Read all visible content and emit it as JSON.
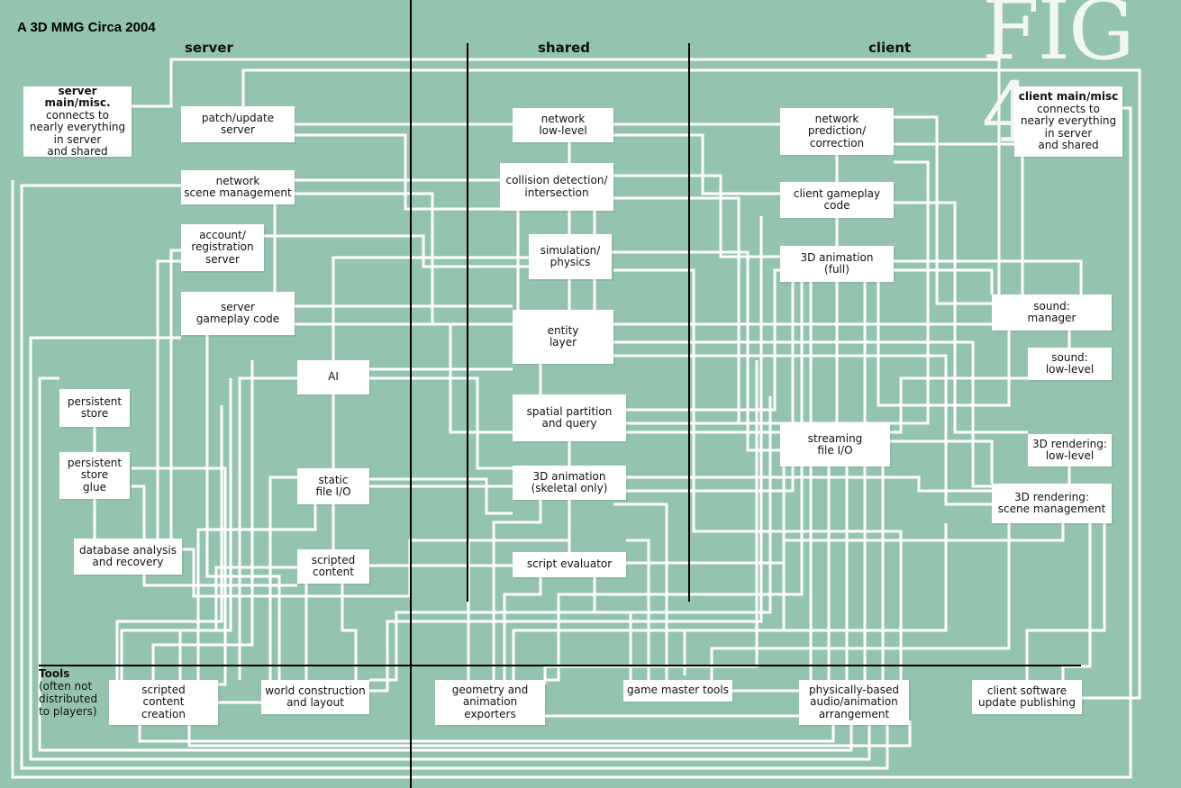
{
  "title": "A 3D MMG Circa 2004",
  "fig_label": "FIG 4",
  "columns": {
    "server": "server",
    "shared": "shared",
    "client": "client"
  },
  "tools": {
    "heading": "Tools",
    "note": "(often not\ndistributed\nto players)"
  },
  "nodes": {
    "server_main_title": "server main/misc.",
    "server_main_desc": "connects to\nnearly everything\nin server\nand shared",
    "patch_update_server": "patch/update\nserver",
    "network_scene_management": "network\nscene management",
    "account_registration_server": "account/\nregistration\nserver",
    "server_gameplay_code": "server\ngameplay code",
    "ai": "AI",
    "persistent_store": "persistent\nstore",
    "persistent_store_glue": "persistent\nstore\nglue",
    "database_analysis": "database analysis\nand recovery",
    "static_file_io": "static\nfile I/O",
    "scripted_content": "scripted\ncontent",
    "network_low_level": "network\nlow-level",
    "collision_detection": "collision detection/\nintersection",
    "simulation_physics": "simulation/\nphysics",
    "entity_layer": "entity\nlayer",
    "spatial_partition": "spatial partition\nand query",
    "animation_skeletal": "3D animation\n(skeletal only)",
    "script_evaluator": "script evaluator",
    "network_prediction": "network\nprediction/\ncorrection",
    "client_gameplay_code": "client gameplay\ncode",
    "animation_full": "3D animation\n(full)",
    "streaming_file_io": "streaming\nfile I/O",
    "client_main_title": "client main/misc",
    "client_main_desc": "connects to\nnearly everything\nin server\nand shared",
    "sound_manager": "sound:\nmanager",
    "sound_low_level": "sound:\nlow-level",
    "rendering_low_level": "3D rendering:\nlow-level",
    "rendering_scene_management": "3D rendering:\nscene management",
    "scripted_content_creation": "scripted\ncontent\ncreation",
    "world_construction": "world construction\nand layout",
    "geometry_exporters": "geometry and\nanimation\nexporters",
    "game_master_tools": "game master tools",
    "audio_animation_arrangement": "physically-based\naudio/animation\narrangement",
    "client_update_publishing": "client software\nupdate publishing"
  },
  "colors": {
    "background": "#94c4b0",
    "wire": "#ffffff",
    "divider": "#000000"
  }
}
